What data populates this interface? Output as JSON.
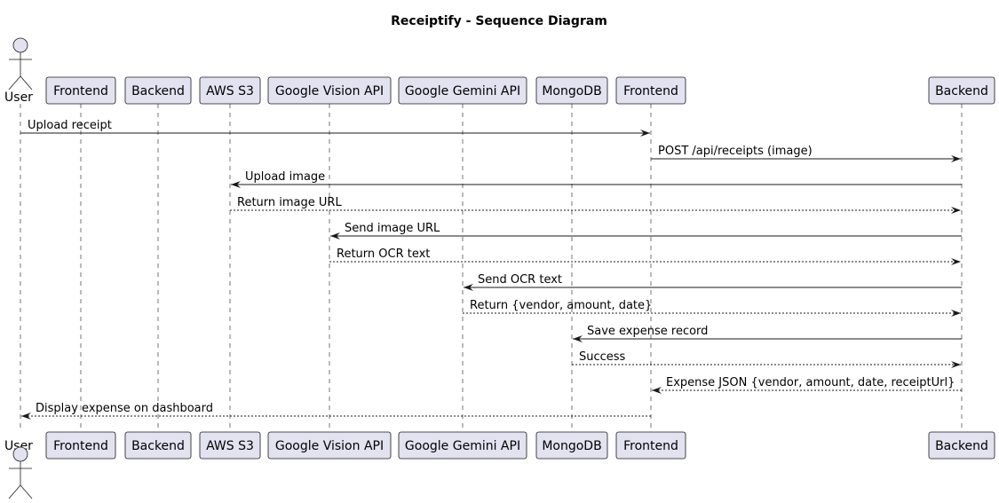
{
  "title": "Receiptify - Sequence Diagram",
  "participants": [
    {
      "id": "user",
      "label": "User",
      "kind": "actor"
    },
    {
      "id": "frontend1",
      "label": "Frontend",
      "kind": "participant"
    },
    {
      "id": "backend1",
      "label": "Backend",
      "kind": "participant"
    },
    {
      "id": "s3",
      "label": "AWS S3",
      "kind": "participant"
    },
    {
      "id": "vision",
      "label": "Google Vision API",
      "kind": "participant"
    },
    {
      "id": "gemini",
      "label": "Google Gemini API",
      "kind": "participant"
    },
    {
      "id": "mongo",
      "label": "MongoDB",
      "kind": "participant"
    },
    {
      "id": "frontend2",
      "label": "Frontend",
      "kind": "participant"
    },
    {
      "id": "backend2",
      "label": "Backend",
      "kind": "participant"
    }
  ],
  "messages": [
    {
      "from": "user",
      "to": "frontend2",
      "label": "Upload receipt",
      "style": "solid"
    },
    {
      "from": "frontend2",
      "to": "backend2",
      "label": "POST /api/receipts (image)",
      "style": "solid"
    },
    {
      "from": "backend2",
      "to": "s3",
      "label": "Upload image",
      "style": "solid"
    },
    {
      "from": "s3",
      "to": "backend2",
      "label": "Return image URL",
      "style": "dashed"
    },
    {
      "from": "backend2",
      "to": "vision",
      "label": "Send image URL",
      "style": "solid"
    },
    {
      "from": "vision",
      "to": "backend2",
      "label": "Return OCR text",
      "style": "dashed"
    },
    {
      "from": "backend2",
      "to": "gemini",
      "label": "Send OCR text",
      "style": "solid"
    },
    {
      "from": "gemini",
      "to": "backend2",
      "label": "Return {vendor, amount, date}",
      "style": "dashed"
    },
    {
      "from": "backend2",
      "to": "mongo",
      "label": "Save expense record",
      "style": "solid"
    },
    {
      "from": "mongo",
      "to": "backend2",
      "label": "Success",
      "style": "dashed"
    },
    {
      "from": "backend2",
      "to": "frontend2",
      "label": "Expense JSON {vendor, amount, date, receiptUrl}",
      "style": "dashed"
    },
    {
      "from": "frontend2",
      "to": "user",
      "label": "Display expense on dashboard",
      "style": "dashed"
    }
  ]
}
